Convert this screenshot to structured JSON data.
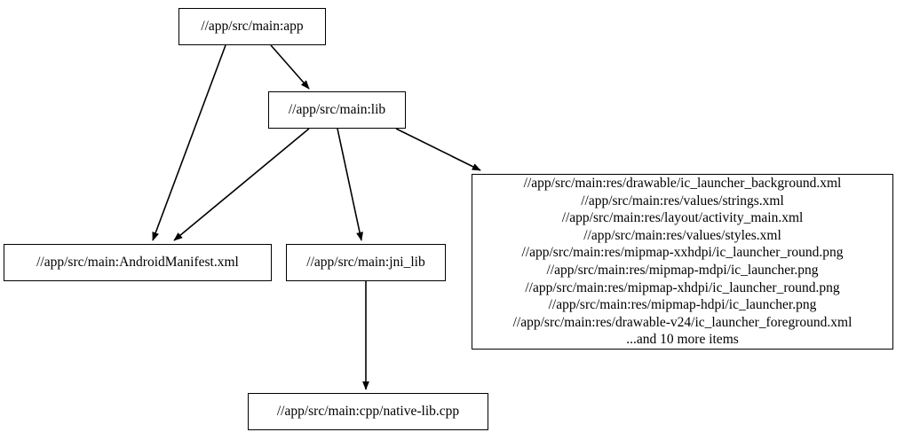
{
  "graph": {
    "nodes": [
      {
        "id": "app",
        "label": "//app/src/main:app"
      },
      {
        "id": "lib",
        "label": "//app/src/main:lib"
      },
      {
        "id": "manifest",
        "label": "//app/src/main:AndroidManifest.xml"
      },
      {
        "id": "jni",
        "label": "//app/src/main:jni_lib"
      },
      {
        "id": "native",
        "label": "//app/src/main:cpp/native-lib.cpp"
      }
    ],
    "resources_node": {
      "lines": [
        "//app/src/main:res/drawable/ic_launcher_background.xml",
        "//app/src/main:res/values/strings.xml",
        "//app/src/main:res/layout/activity_main.xml",
        "//app/src/main:res/values/styles.xml",
        "//app/src/main:res/mipmap-xxhdpi/ic_launcher_round.png",
        "//app/src/main:res/mipmap-mdpi/ic_launcher.png",
        "//app/src/main:res/mipmap-xhdpi/ic_launcher_round.png",
        "//app/src/main:res/mipmap-hdpi/ic_launcher.png",
        "//app/src/main:res/drawable-v24/ic_launcher_foreground.xml",
        "...and 10 more items"
      ]
    },
    "edges": [
      {
        "from": "app",
        "to": "lib"
      },
      {
        "from": "app",
        "to": "manifest"
      },
      {
        "from": "lib",
        "to": "manifest"
      },
      {
        "from": "lib",
        "to": "jni"
      },
      {
        "from": "lib",
        "to": "resources"
      },
      {
        "from": "jni",
        "to": "native"
      }
    ],
    "colors": {
      "background": "#ffffff",
      "node_border": "#000000",
      "node_fill": "#ffffff",
      "edge": "#000000",
      "text": "#000000"
    }
  }
}
